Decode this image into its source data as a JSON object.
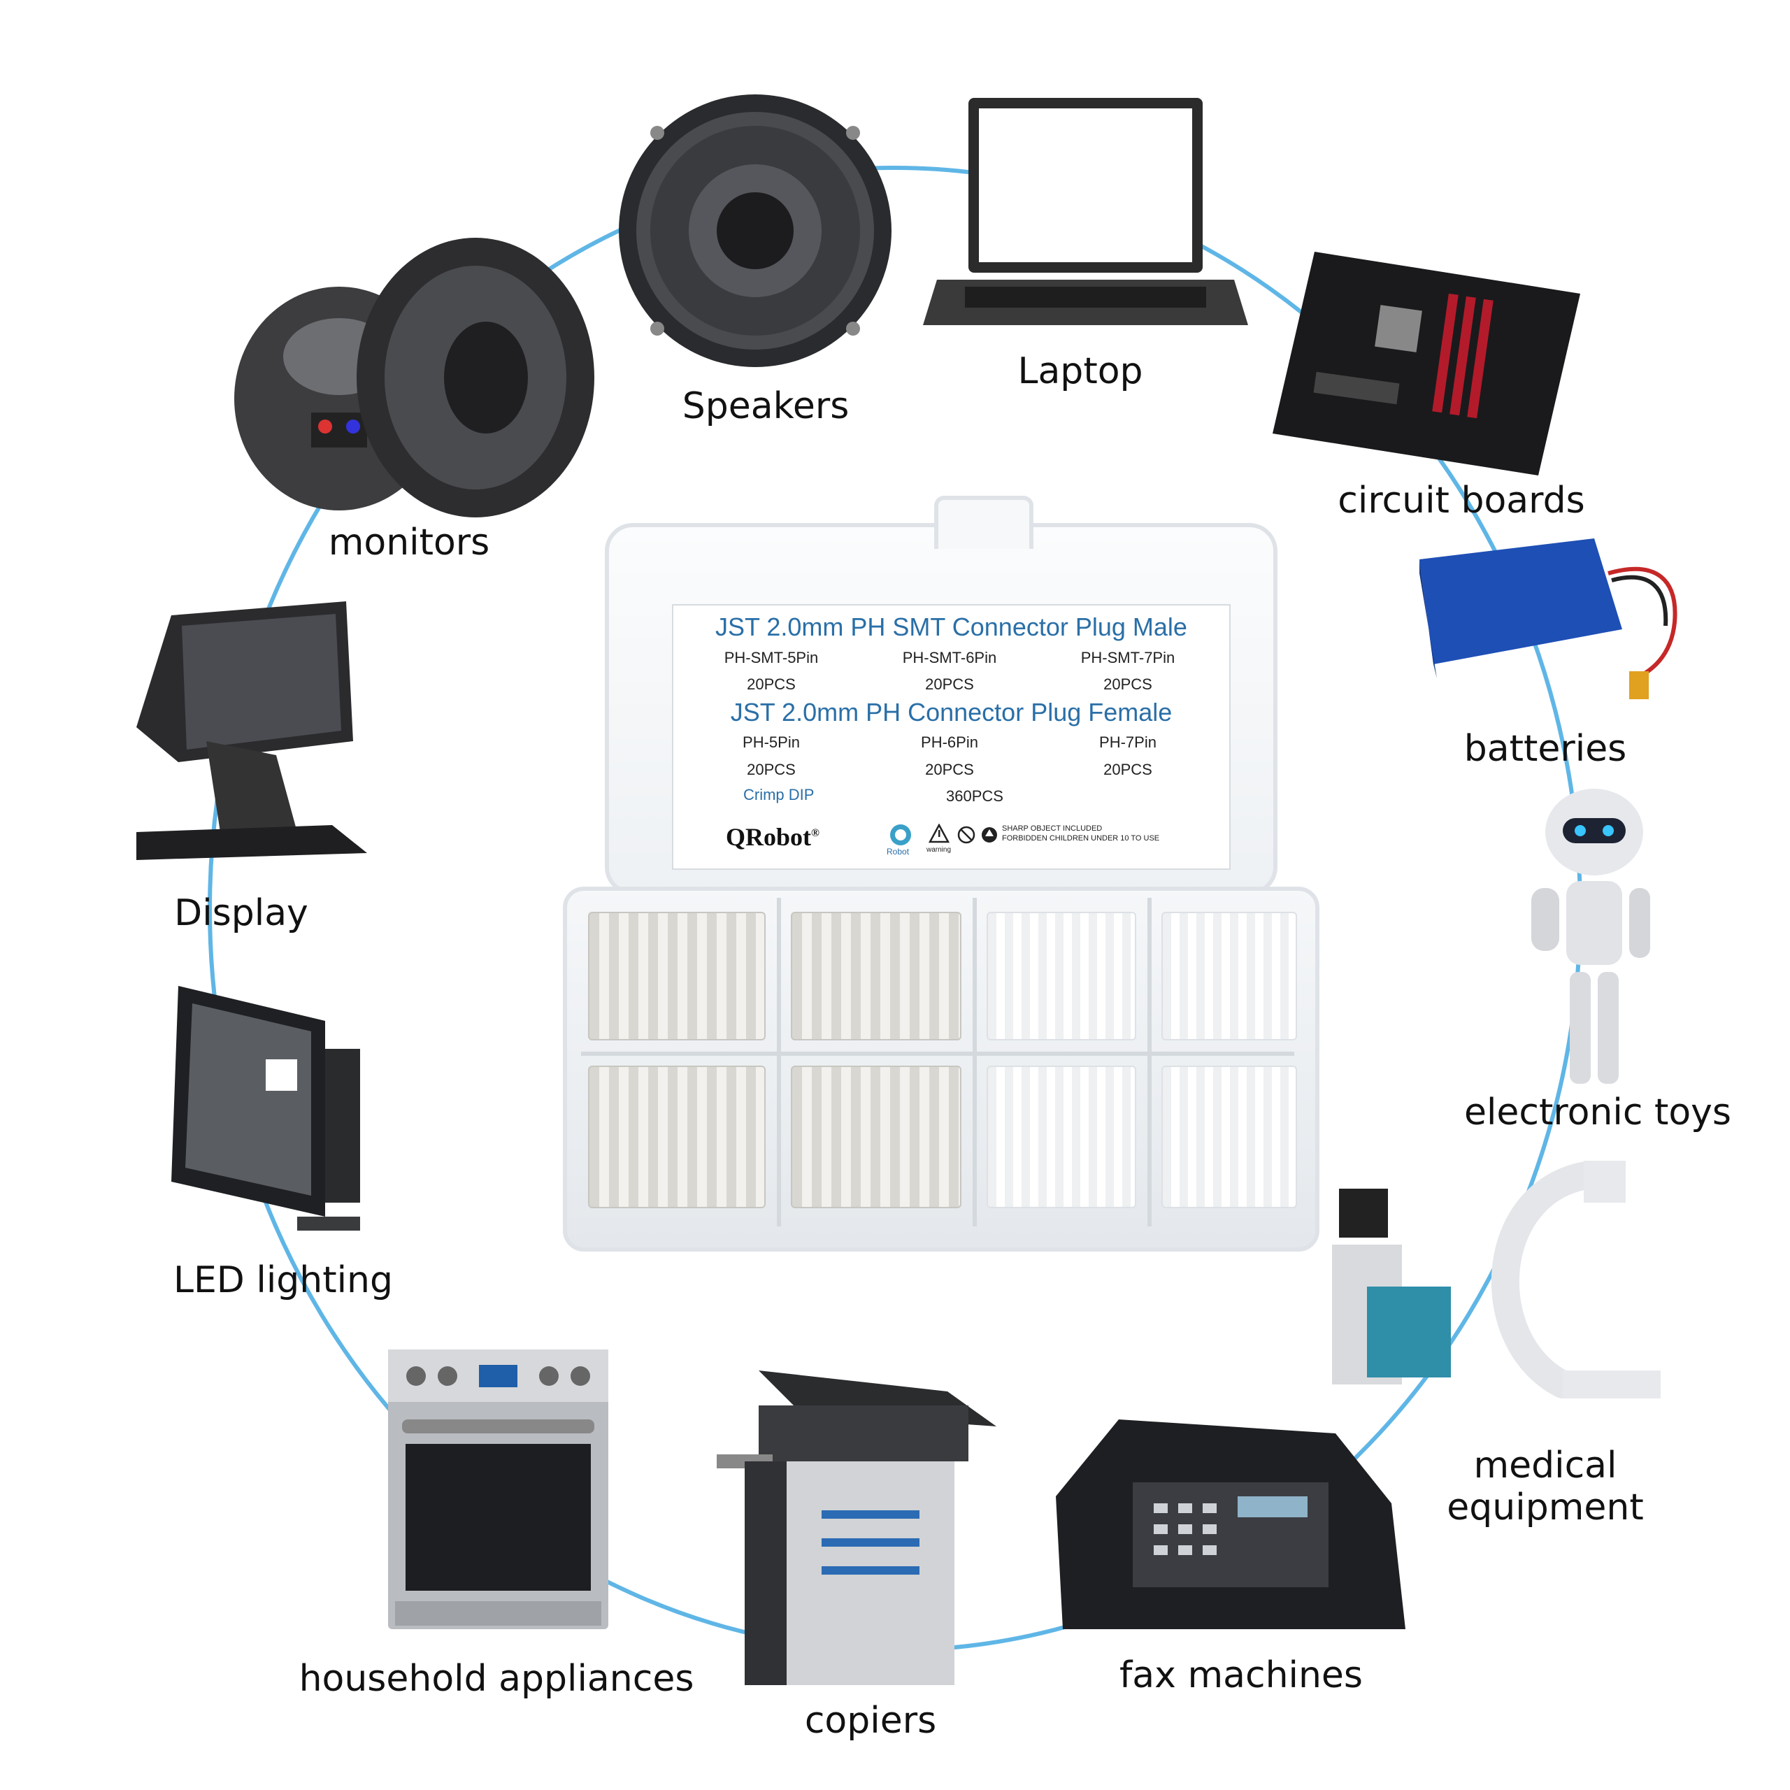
{
  "ring_color": "#5fb6e6",
  "apps": {
    "speakers": "Speakers",
    "laptop": "Laptop",
    "monitors": "monitors",
    "circuit_boards": "circuit boards",
    "batteries": "batteries",
    "display": "Display",
    "electronic_toys": "electronic toys",
    "led_lighting": "LED lighting",
    "medical_equipment_line1": "medical",
    "medical_equipment_line2": "equipment",
    "household_appliances": "household appliances",
    "fax_machines": "fax machines",
    "copiers": "copiers"
  },
  "label_card": {
    "title_male": "JST 2.0mm PH SMT Connector Plug Male",
    "male_cols": [
      "PH-SMT-5Pin",
      "PH-SMT-6Pin",
      "PH-SMT-7Pin"
    ],
    "male_qty": [
      "20PCS",
      "20PCS",
      "20PCS"
    ],
    "title_female": "JST 2.0mm PH Connector Plug Female",
    "female_cols": [
      "PH-5Pin",
      "PH-6Pin",
      "PH-7Pin"
    ],
    "female_qty": [
      "20PCS",
      "20PCS",
      "20PCS"
    ],
    "crimp": "Crimp DIP",
    "total": "360PCS",
    "brand": "QRobot",
    "brand_mark": "®",
    "logo_text": "Robot",
    "warning_label": "warning",
    "warning_line1": "SHARP OBJECT INCLUDED",
    "warning_line2": "FORBIDDEN CHILDREN UNDER 10 TO USE"
  }
}
